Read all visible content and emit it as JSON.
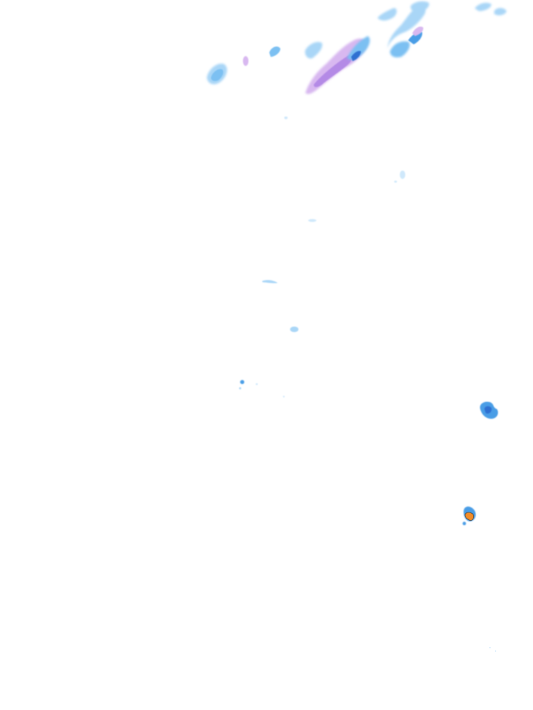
{
  "radar": {
    "background_color": "#ffffff",
    "intensity_colors": {
      "very_light": "#cfe8fb",
      "light": "#a9d6f7",
      "moderate_light": "#7cc0f2",
      "moderate": "#4a9de6",
      "heavy": "#2f6fd1",
      "mixed_pink": "#d8b8f0",
      "mixed_purple": "#b48ae6",
      "intense_orange": "#f28c28",
      "intense_outline": "#3a3a3a"
    },
    "cells": [
      {
        "name": "cell-north-west",
        "intensity": "moderate_light"
      },
      {
        "name": "cell-north-small-1",
        "intensity": "light"
      },
      {
        "name": "cell-north-small-2",
        "intensity": "moderate_light"
      },
      {
        "name": "cell-north-band",
        "intensity": "mixed_purple"
      },
      {
        "name": "cell-north-east",
        "intensity": "moderate_light"
      },
      {
        "name": "cell-far-north-east",
        "intensity": "light"
      },
      {
        "name": "cell-mid-speck-1",
        "intensity": "very_light"
      },
      {
        "name": "cell-mid-speck-2",
        "intensity": "very_light"
      },
      {
        "name": "cell-mid-speck-3",
        "intensity": "light"
      },
      {
        "name": "cell-mid-speck-4",
        "intensity": "moderate_light"
      },
      {
        "name": "cell-east-1",
        "intensity": "heavy"
      },
      {
        "name": "cell-east-2",
        "intensity": "intense_orange"
      }
    ]
  }
}
